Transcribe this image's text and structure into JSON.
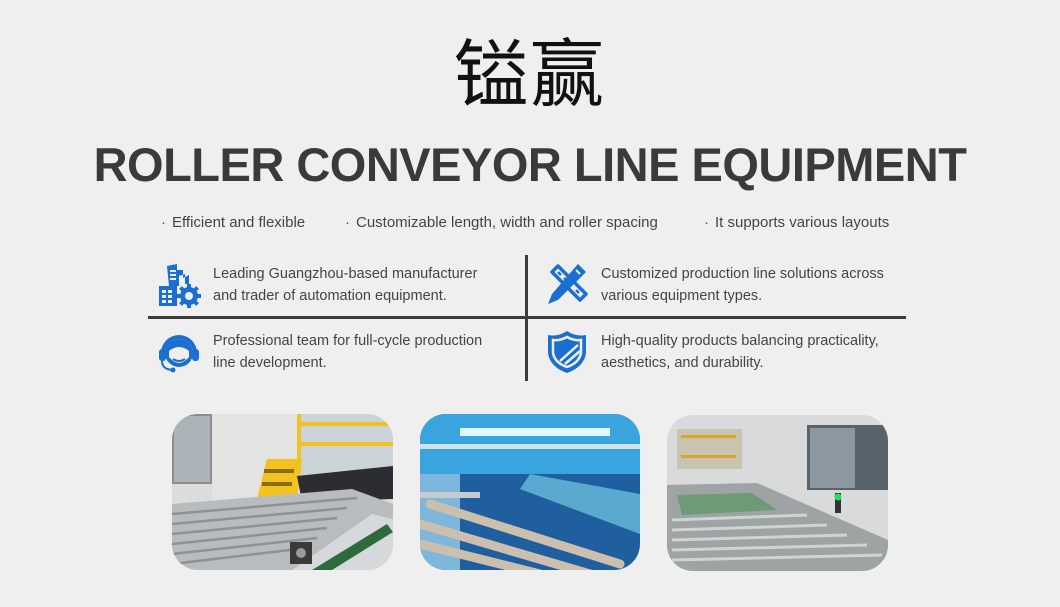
{
  "header": {
    "chinese_title": "镒赢",
    "english_title": "ROLLER CONVEYOR LINE EQUIPMENT"
  },
  "features": [
    {
      "bullet": "·",
      "label": "Efficient and flexible"
    },
    {
      "bullet": "·",
      "label": "Customizable length, width and roller spacing"
    },
    {
      "bullet": "·",
      "label": "It supports various layouts"
    }
  ],
  "highlights": [
    {
      "icon": "factory-gear-icon",
      "text_line1": "Leading Guangzhou-based manufacturer",
      "text_line2": "and trader of automation equipment."
    },
    {
      "icon": "pencil-ruler-icon",
      "text_line1": "Customized production line solutions across",
      "text_line2": "various equipment types."
    },
    {
      "icon": "headset-support-icon",
      "text_line1": "Professional team for full-cycle production",
      "text_line2": "line development."
    },
    {
      "icon": "shield-icon",
      "text_line1": "High-quality products balancing practicality,",
      "text_line2": "aesthetics, and durability."
    }
  ],
  "photos": [
    {
      "subject": "silver roller conveyor with yellow stairs"
    },
    {
      "subject": "roller conveyor under blue UV light chamber"
    },
    {
      "subject": "long roller conveyor line with green signal light"
    }
  ],
  "colors": {
    "background": "#efefef",
    "title_text": "#3a3a3a",
    "icon_blue": "#1a6fd1",
    "divider": "#3b3b3b"
  }
}
